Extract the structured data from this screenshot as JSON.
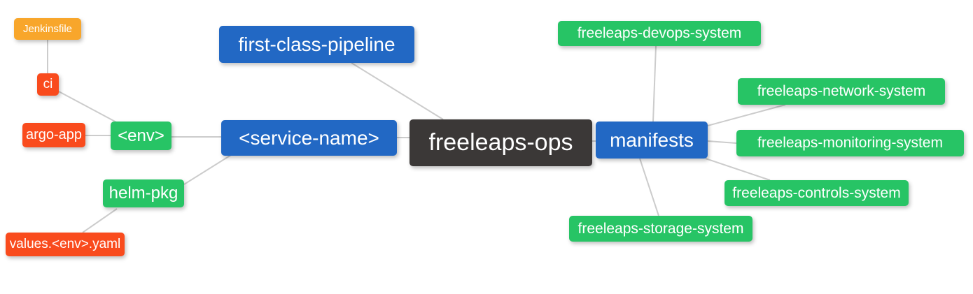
{
  "diagram": {
    "type": "mindmap",
    "background_color": "#ffffff",
    "edge_color": "#cccccc",
    "text_color": "#ffffff",
    "palette": {
      "root_dark": "#3b3837",
      "branch_blue": "#2268c4",
      "leaf_green": "#27c465",
      "leaf_red": "#f94b1d",
      "leaf_amber": "#f8a62b"
    },
    "nodes": [
      {
        "id": "jenkinsfile",
        "label": "Jenkinsfile",
        "color": "#f8a62b"
      },
      {
        "id": "ci",
        "label": "ci",
        "color": "#f94b1d"
      },
      {
        "id": "argo-app",
        "label": "argo-app",
        "color": "#f94b1d"
      },
      {
        "id": "env",
        "label": "<env>",
        "color": "#27c465"
      },
      {
        "id": "helm-pkg",
        "label": "helm-pkg",
        "color": "#27c465"
      },
      {
        "id": "values-env-yaml",
        "label": "values.<env>.yaml",
        "color": "#f94b1d"
      },
      {
        "id": "first-class-pipeline",
        "label": "first-class-pipeline",
        "color": "#2268c4"
      },
      {
        "id": "service-name",
        "label": "<service-name>",
        "color": "#2268c4"
      },
      {
        "id": "freeleaps-ops",
        "label": "freeleaps-ops",
        "color": "#3b3837"
      },
      {
        "id": "manifests",
        "label": "manifests",
        "color": "#2268c4"
      },
      {
        "id": "freeleaps-devops-system",
        "label": "freeleaps-devops-system",
        "color": "#27c465"
      },
      {
        "id": "freeleaps-network-system",
        "label": "freeleaps-network-system",
        "color": "#27c465"
      },
      {
        "id": "freeleaps-monitoring-system",
        "label": "freeleaps-monitoring-system",
        "color": "#27c465"
      },
      {
        "id": "freeleaps-controls-system",
        "label": "freeleaps-controls-system",
        "color": "#27c465"
      },
      {
        "id": "freeleaps-storage-system",
        "label": "freeleaps-storage-system",
        "color": "#27c465"
      }
    ],
    "edges": [
      {
        "from": "jenkinsfile",
        "to": "ci"
      },
      {
        "from": "ci",
        "to": "env"
      },
      {
        "from": "argo-app",
        "to": "env"
      },
      {
        "from": "env",
        "to": "service-name"
      },
      {
        "from": "helm-pkg",
        "to": "service-name"
      },
      {
        "from": "values-env-yaml",
        "to": "helm-pkg"
      },
      {
        "from": "service-name",
        "to": "freeleaps-ops"
      },
      {
        "from": "first-class-pipeline",
        "to": "freeleaps-ops"
      },
      {
        "from": "freeleaps-ops",
        "to": "manifests"
      },
      {
        "from": "manifests",
        "to": "freeleaps-devops-system"
      },
      {
        "from": "manifests",
        "to": "freeleaps-network-system"
      },
      {
        "from": "manifests",
        "to": "freeleaps-monitoring-system"
      },
      {
        "from": "manifests",
        "to": "freeleaps-controls-system"
      },
      {
        "from": "manifests",
        "to": "freeleaps-storage-system"
      }
    ]
  }
}
